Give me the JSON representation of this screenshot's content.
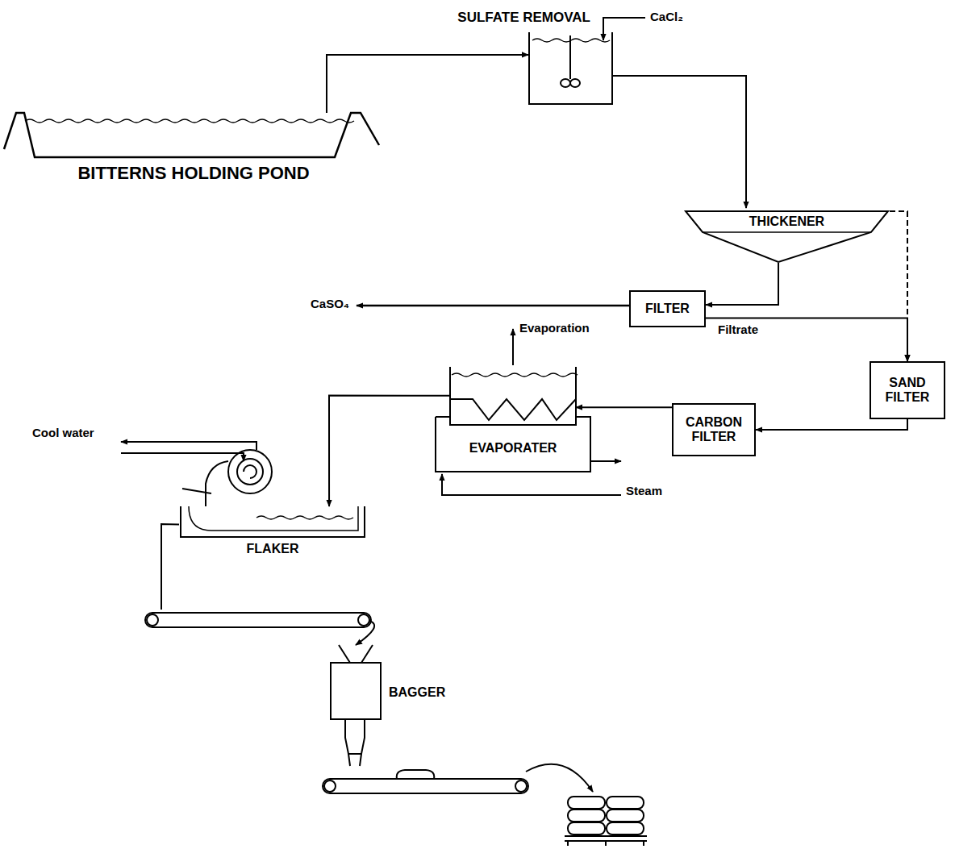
{
  "diagram": {
    "nodes": [
      {
        "text": [
          "BITTERNS HOLDING POND"
        ]
      },
      {
        "text": [
          "SULFATE REMOVAL"
        ]
      },
      {
        "text": [
          "THICKENER"
        ]
      },
      {
        "text": [
          "FILTER"
        ]
      },
      {
        "text": [
          "SAND FILTER"
        ]
      },
      {
        "text": [
          "CARBON FILTER"
        ]
      },
      {
        "text": [
          "EVAPORATER"
        ]
      },
      {
        "text": [
          "FLAKER"
        ]
      },
      {
        "text": [
          "BAGGER"
        ]
      }
    ],
    "edges": [
      {
        "from": 0,
        "to": 1,
        "arrow": "to"
      },
      {
        "from": 1,
        "to": 2,
        "arrow": "to"
      },
      {
        "from": 2,
        "to": 3,
        "arrow": "to"
      },
      {
        "from": 2,
        "to": 4,
        "arrow": "to"
      },
      {
        "from": 3,
        "to": 4,
        "label": "Filtrate",
        "arrow": "to"
      },
      {
        "from": 4,
        "to": 5,
        "arrow": "to"
      },
      {
        "from": 5,
        "to": 6,
        "arrow": "to"
      },
      {
        "from": 6,
        "to": 7,
        "arrow": "to"
      },
      {
        "from": 7,
        "to": 8,
        "arrow": "to"
      }
    ],
    "labels": [
      "CaCl₂",
      "CaSO₄",
      "Evaporation",
      "Steam",
      "Cool water"
    ]
  }
}
